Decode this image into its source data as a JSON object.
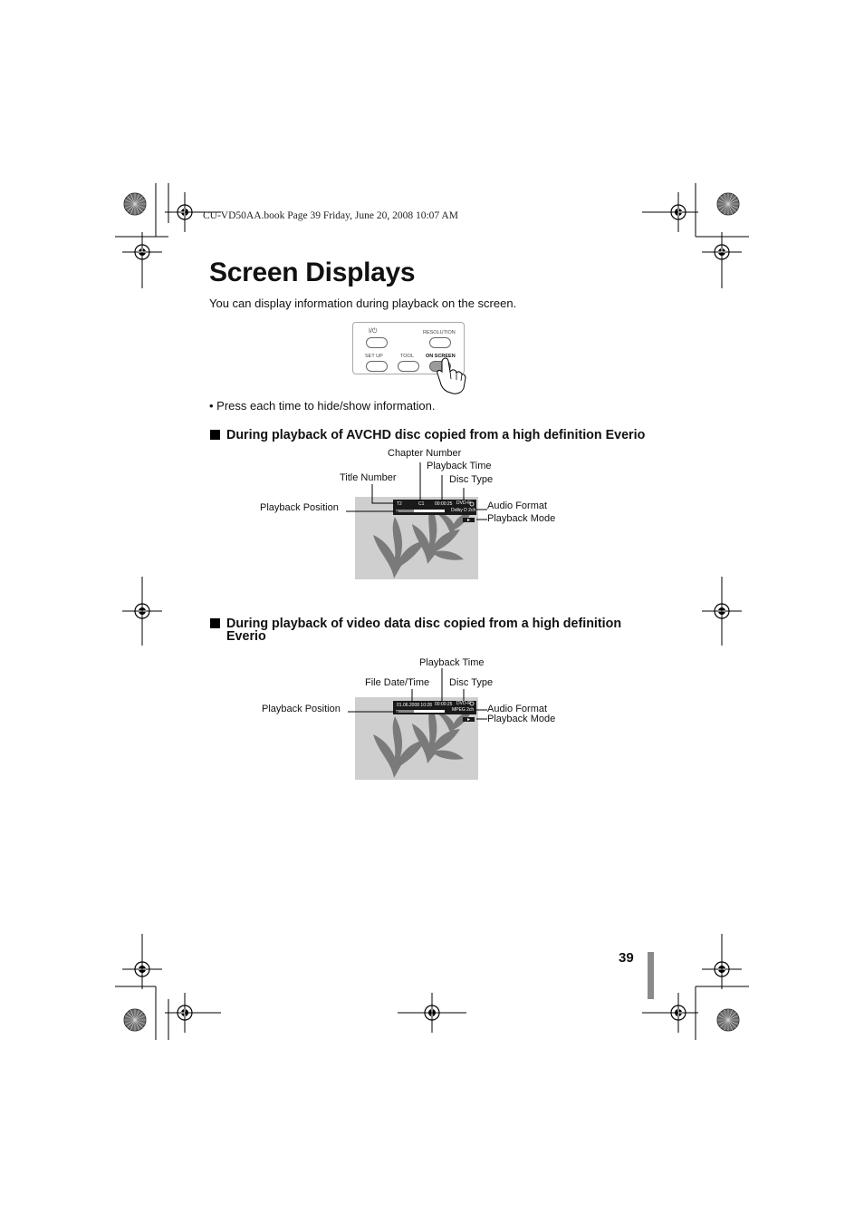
{
  "header": {
    "book_line": "CU-VD50AA.book  Page 39  Friday, June 20, 2008  10:07 AM"
  },
  "page": {
    "title": "Screen Displays",
    "intro": "You can display information during playback on the screen.",
    "bullet": "• Press each time to hide/show information.",
    "page_number": "39"
  },
  "remote": {
    "power_label": "I/⏻",
    "resolution_label": "RESOLUTION",
    "setup_label": "SET UP",
    "tool_label": "TOOL",
    "onscreen_label": "ON SCREEN"
  },
  "section1": {
    "heading": "During playback of AVCHD disc copied from a high definition Everio",
    "labels": {
      "chapter_number": "Chapter Number",
      "playback_time": "Playback Time",
      "title_number": "Title Number",
      "disc_type": "Disc Type",
      "playback_position": "Playback Position",
      "audio_format": "Audio Format",
      "playback_mode": "Playback Mode"
    },
    "osd": {
      "title": "T2",
      "chapter": "C1",
      "time": "00:00:25",
      "disc": "DVD-R",
      "audio": "Dolby D 2ch"
    }
  },
  "section2": {
    "heading_line1": "During playback of video data disc copied from a high definition",
    "heading_line2": "Everio",
    "labels": {
      "playback_time": "Playback Time",
      "file_datetime": "File Date/Time",
      "disc_type": "Disc Type",
      "playback_position": "Playback Position",
      "audio_format": "Audio Format",
      "playback_mode": "Playback Mode"
    },
    "osd": {
      "datetime": "01.06.2008 10:28",
      "time": "00:00:25",
      "disc": "DVD-R",
      "audio": "MPEG 2ch"
    }
  },
  "colors": {
    "screen_bg": "#cfcfcf",
    "leaf": "#7a7a7a",
    "page_bar": "#8a8a8a"
  }
}
